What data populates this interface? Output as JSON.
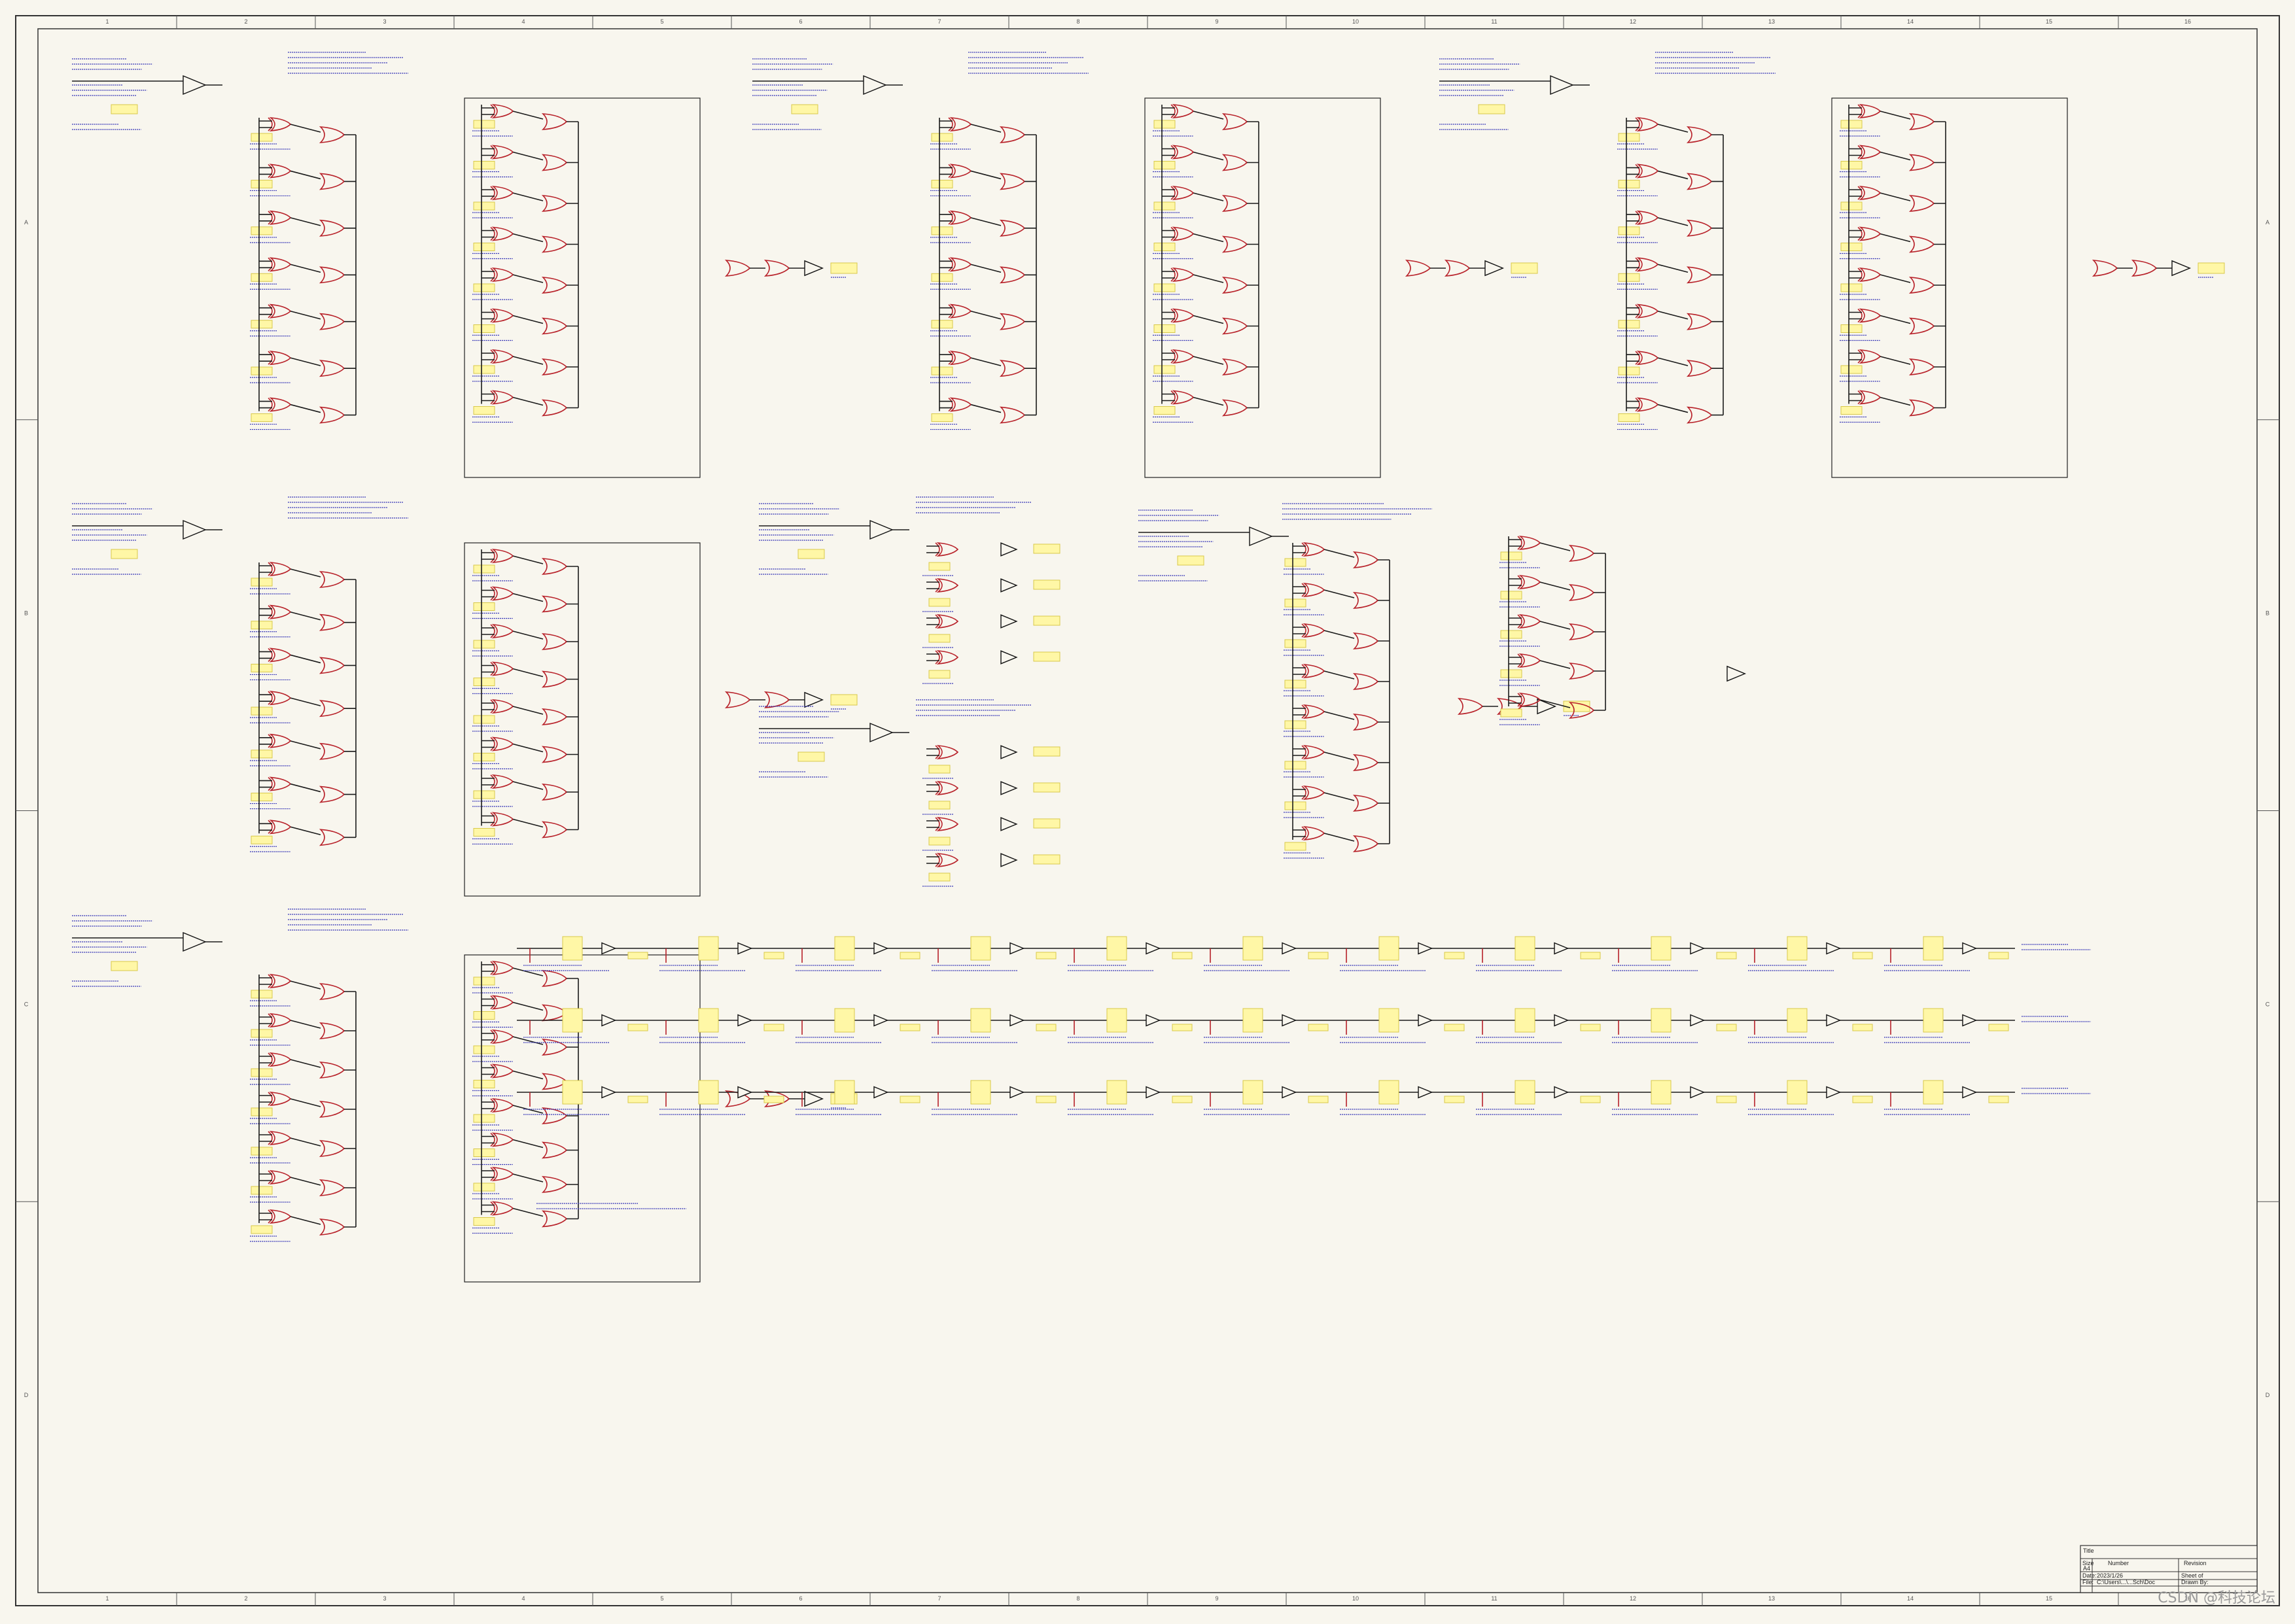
{
  "sheet": {
    "columns": [
      "1",
      "2",
      "3",
      "4",
      "5",
      "6",
      "7",
      "8",
      "9",
      "10",
      "11",
      "12",
      "13",
      "14",
      "15",
      "16"
    ],
    "rows": [
      "A",
      "B",
      "C",
      "D"
    ]
  },
  "title_block": {
    "title_label": "Title",
    "size_label": "Size",
    "size_value": "A4",
    "number_label": "Number",
    "revision_label": "Revision",
    "date_label": "Date:",
    "date_value": "2023/1/26",
    "file_label": "File:",
    "file_value": "C:\\Users\\...\\...Sch\\Doc",
    "sheet_label": "Sheet of",
    "drawn_label": "Drawn By:"
  },
  "watermark": "CSDN @科技论坛"
}
